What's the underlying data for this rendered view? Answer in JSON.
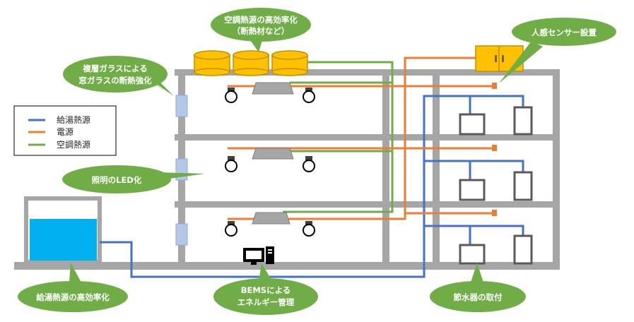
{
  "legend": {
    "items": [
      {
        "label": "給湯熱源",
        "color": "#4472C4"
      },
      {
        "label": "電源",
        "color": "#ED7D31"
      },
      {
        "label": "空調熱源",
        "color": "#70AD47"
      }
    ]
  },
  "callouts": {
    "aircon_efficiency": {
      "line1": "空調熱源の高効率化",
      "line2": "（断熱材など）"
    },
    "double_glazing": {
      "line1": "複層ガラスによる",
      "line2": "窓ガラスの断熱強化"
    },
    "led": {
      "line1": "照明のLED化"
    },
    "motion_sensor": {
      "line1": "人感センサー設置"
    },
    "water_heater": {
      "line1": "給湯熱源の高効率化"
    },
    "bems": {
      "line1": "BEMSによる",
      "line2": "エネルギー管理"
    },
    "water_saving": {
      "line1": "節水器の取付"
    }
  },
  "colors": {
    "callout_green": "#70AD47",
    "structure_gray": "#A6A6A6",
    "tank_water": "#00B0F0",
    "cooling_tower": "#FFC000",
    "window_glass": "#B4C7E7"
  },
  "icons": [
    "cooling-tower-icon",
    "pc-monitor-icon",
    "light-bulb-icon",
    "air-conditioner-icon",
    "distribution-board-icon",
    "sink-icon",
    "toilet-icon",
    "water-tank-icon",
    "window-icon"
  ]
}
